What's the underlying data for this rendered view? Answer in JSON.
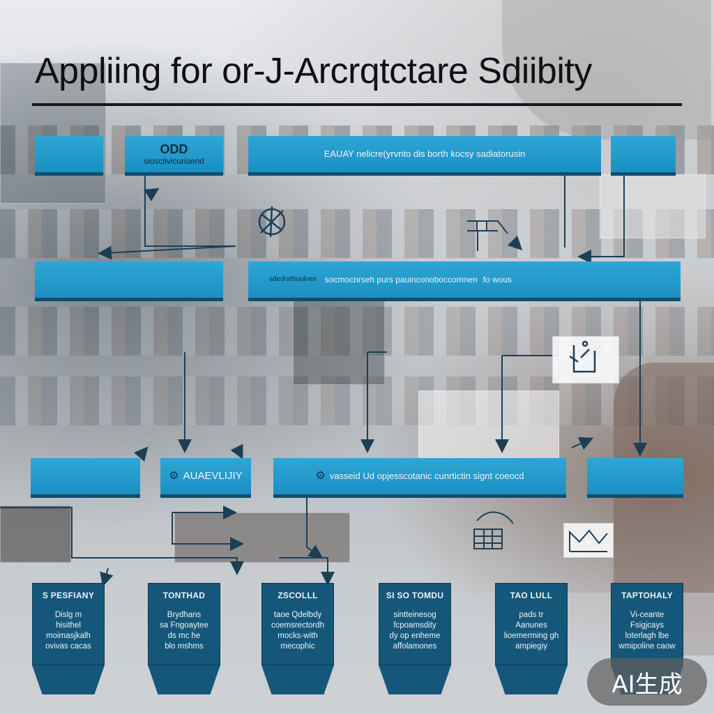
{
  "title": "Appliing for or-J-Arcrqtctare Sdiibity",
  "row1": {
    "box_b_line1": "ODD",
    "box_b_line2": "siosclivicurisend",
    "box_c": "EAUAY  nelicre(yrvnto dis borth kocsy sadiatorusin"
  },
  "row2": {
    "box_b_line1": "sdedneboulnes",
    "box_b_line2": "socmocnrseh purs pauinconoboccomnen",
    "box_b_line3": "fo wous"
  },
  "row3": {
    "box_b": "AUAEVLIJIY",
    "box_c": "vasseid Ud opjesscotanic cunrtictin signt coeocd"
  },
  "cards": [
    {
      "head": "S PESFIANY",
      "text": "Dislg m\nhisithel\nmoimasjkalh\novivas cacas"
    },
    {
      "head": "TONTHAD",
      "text": "Brydhans\nsa Fngoaytee\nds mc he\nblo mshms"
    },
    {
      "head": "ZSCOLLL",
      "text": "taoe Qdelbdy\ncoemsrectordh\nmocks-with\nmecophic"
    },
    {
      "head": "SI SO TOMDU",
      "text": "sintteinesog\nfcpoamsdity\ndy op enheme\naffolamones"
    },
    {
      "head": "TAO LULL",
      "text": "pads tr\nAanunes\nlioemerming gh\nampiegiy"
    },
    {
      "head": "TAPTOHALY",
      "text": "Vi-ceante\nFsigjcays\nloterlagh lbe\nwmipoline caow"
    }
  ],
  "watermark": "AI生成",
  "icons": [
    "hand-drawn-sketch-icon",
    "blueprint-sketch-icon",
    "node-sketch-icon",
    "chart-sketch-icon",
    "chevron-arrow-icon"
  ]
}
